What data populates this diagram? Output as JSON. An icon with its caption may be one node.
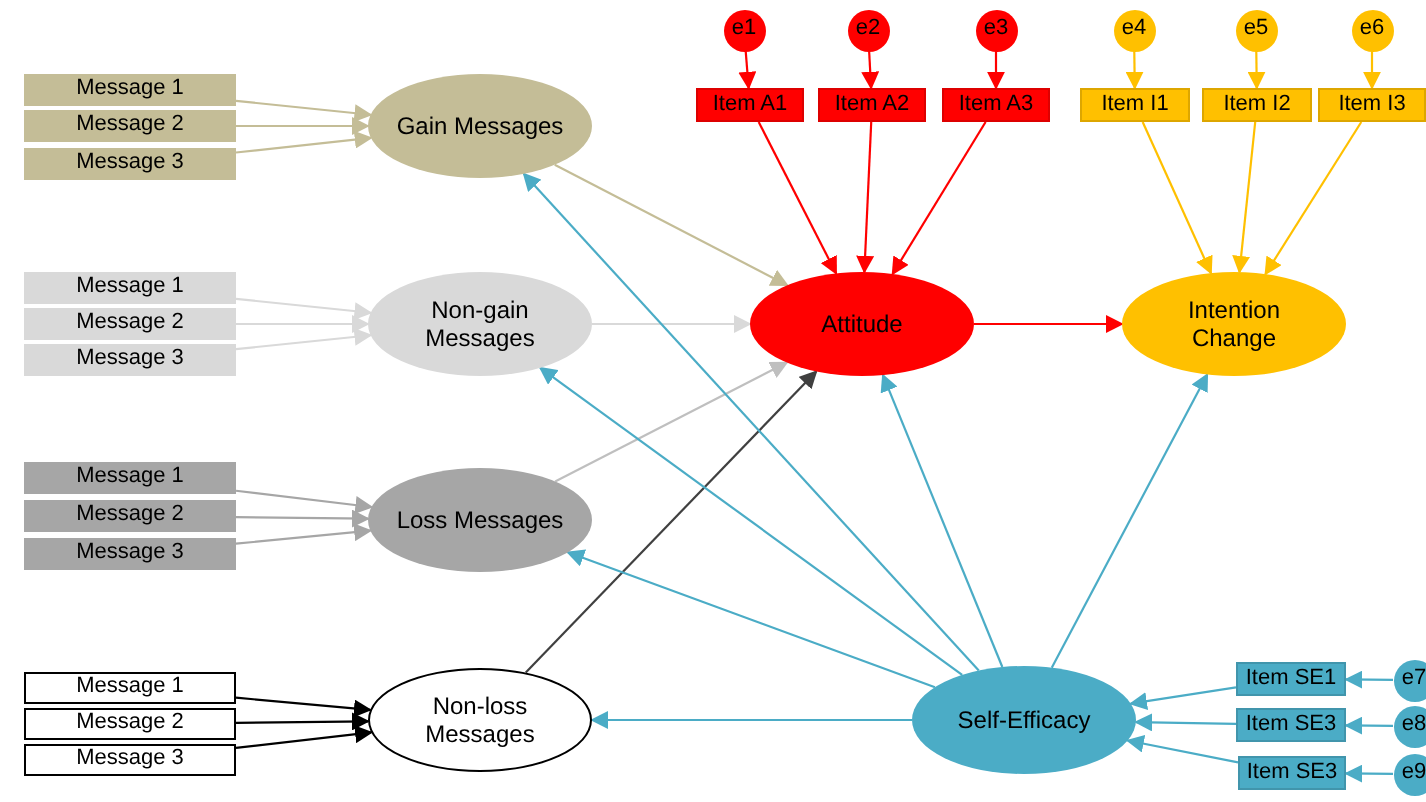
{
  "diagram": {
    "nodes": [
      {
        "text": [
          "e1"
        ]
      },
      {
        "text": [
          "e2"
        ]
      },
      {
        "text": [
          "e3"
        ]
      },
      {
        "text": [
          "e4"
        ]
      },
      {
        "text": [
          "e5"
        ]
      },
      {
        "text": [
          "e6"
        ]
      },
      {
        "text": [
          "Item A1"
        ]
      },
      {
        "text": [
          "Item A2"
        ]
      },
      {
        "text": [
          "Item A3"
        ]
      },
      {
        "text": [
          "Item I1"
        ]
      },
      {
        "text": [
          "Item I2"
        ]
      },
      {
        "text": [
          "Item I3"
        ]
      },
      {
        "text": [
          "Message 1"
        ]
      },
      {
        "text": [
          "Message 2"
        ]
      },
      {
        "text": [
          "Message 3"
        ]
      },
      {
        "text": [
          "Gain Messages"
        ]
      },
      {
        "text": [
          "Message 1"
        ]
      },
      {
        "text": [
          "Message 2"
        ]
      },
      {
        "text": [
          "Message 3"
        ]
      },
      {
        "text": [
          "Non-gain Messages"
        ]
      },
      {
        "text": [
          "Attitude"
        ]
      },
      {
        "text": [
          "Intention Change"
        ]
      },
      {
        "text": [
          "Message 1"
        ]
      },
      {
        "text": [
          "Message 2"
        ]
      },
      {
        "text": [
          "Message 3"
        ]
      },
      {
        "text": [
          "Loss Messages"
        ]
      },
      {
        "text": [
          "Message 1"
        ]
      },
      {
        "text": [
          "Message 2"
        ]
      },
      {
        "text": [
          "Message 3"
        ]
      },
      {
        "text": [
          "Non-loss Messages"
        ]
      },
      {
        "text": [
          "Self-Efficacy"
        ]
      },
      {
        "text": [
          "Item SE1"
        ]
      },
      {
        "text": [
          "Item SE3"
        ]
      },
      {
        "text": [
          "Item SE3"
        ]
      },
      {
        "text": [
          "e7"
        ]
      },
      {
        "text": [
          "e8"
        ]
      },
      {
        "text": [
          "e9"
        ]
      }
    ],
    "edges": [
      {
        "from": 12,
        "to": 15,
        "arrow": "to",
        "color": "#c4bd97"
      },
      {
        "from": 13,
        "to": 15,
        "arrow": "to",
        "color": "#c4bd97"
      },
      {
        "from": 14,
        "to": 15,
        "arrow": "to",
        "color": "#c4bd97"
      },
      {
        "from": 16,
        "to": 19,
        "arrow": "to",
        "color": "#d9d9d9"
      },
      {
        "from": 17,
        "to": 19,
        "arrow": "to",
        "color": "#d9d9d9"
      },
      {
        "from": 18,
        "to": 19,
        "arrow": "to",
        "color": "#d9d9d9"
      },
      {
        "from": 22,
        "to": 25,
        "arrow": "to",
        "color": "#a6a6a6"
      },
      {
        "from": 23,
        "to": 25,
        "arrow": "to",
        "color": "#a6a6a6"
      },
      {
        "from": 24,
        "to": 25,
        "arrow": "to",
        "color": "#a6a6a6"
      },
      {
        "from": 26,
        "to": 29,
        "arrow": "to",
        "color": "#000000"
      },
      {
        "from": 27,
        "to": 29,
        "arrow": "to",
        "color": "#000000"
      },
      {
        "from": 28,
        "to": 29,
        "arrow": "to",
        "color": "#000000"
      },
      {
        "from": 15,
        "to": 20,
        "arrow": "to",
        "color": "#c4bd97"
      },
      {
        "from": 19,
        "to": 20,
        "arrow": "to",
        "color": "#d9d9d9"
      },
      {
        "from": 25,
        "to": 20,
        "arrow": "to",
        "color": "#bfbfbf"
      },
      {
        "from": 29,
        "to": 20,
        "arrow": "to",
        "color": "#404040"
      },
      {
        "from": 0,
        "to": 6,
        "arrow": "to",
        "color": "#ff0000"
      },
      {
        "from": 1,
        "to": 7,
        "arrow": "to",
        "color": "#ff0000"
      },
      {
        "from": 2,
        "to": 8,
        "arrow": "to",
        "color": "#ff0000"
      },
      {
        "from": 6,
        "to": 20,
        "arrow": "to",
        "color": "#ff0000"
      },
      {
        "from": 7,
        "to": 20,
        "arrow": "to",
        "color": "#ff0000"
      },
      {
        "from": 8,
        "to": 20,
        "arrow": "to",
        "color": "#ff0000"
      },
      {
        "from": 3,
        "to": 9,
        "arrow": "to",
        "color": "#ffc000"
      },
      {
        "from": 4,
        "to": 10,
        "arrow": "to",
        "color": "#ffc000"
      },
      {
        "from": 5,
        "to": 11,
        "arrow": "to",
        "color": "#ffc000"
      },
      {
        "from": 9,
        "to": 21,
        "arrow": "to",
        "color": "#ffc000"
      },
      {
        "from": 10,
        "to": 21,
        "arrow": "to",
        "color": "#ffc000"
      },
      {
        "from": 11,
        "to": 21,
        "arrow": "to",
        "color": "#ffc000"
      },
      {
        "from": 20,
        "to": 21,
        "arrow": "to",
        "color": "#ff0000"
      },
      {
        "from": 30,
        "to": 15,
        "arrow": "to"
      },
      {
        "from": 30,
        "to": 19,
        "arrow": "to"
      },
      {
        "from": 30,
        "to": 25,
        "arrow": "to"
      },
      {
        "from": 30,
        "to": 29,
        "arrow": "to"
      },
      {
        "from": 30,
        "to": 20,
        "arrow": "to"
      },
      {
        "from": 30,
        "to": 21,
        "arrow": "to"
      },
      {
        "from": 31,
        "to": 30,
        "arrow": "to"
      },
      {
        "from": 32,
        "to": 30,
        "arrow": "to"
      },
      {
        "from": 33,
        "to": 30,
        "arrow": "to"
      },
      {
        "from": 34,
        "to": 31,
        "arrow": "to"
      },
      {
        "from": 35,
        "to": 32,
        "arrow": "to"
      },
      {
        "from": 36,
        "to": 33,
        "arrow": "to"
      }
    ]
  }
}
